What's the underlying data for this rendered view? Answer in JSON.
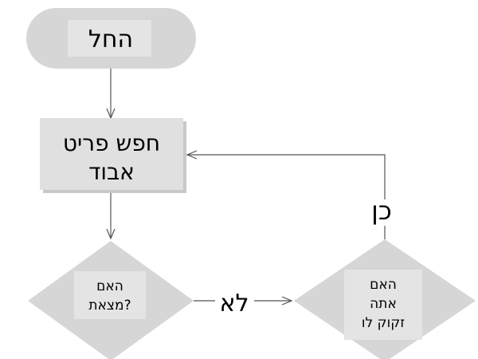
{
  "nodes": {
    "start": {
      "label": "החל"
    },
    "search": {
      "line1": "חפש פריט",
      "line2": "אבוד"
    },
    "found": {
      "line1": "האם",
      "line2": "מצאת?"
    },
    "need": {
      "line1": "האם",
      "line2": "אתה",
      "line3": "זקוק לו"
    }
  },
  "edges": {
    "no_label": "לא",
    "yes_label": "כן"
  },
  "colors": {
    "shape": "#d6d6d6",
    "text_bg": "#e4e4e4",
    "line": "#555555"
  }
}
